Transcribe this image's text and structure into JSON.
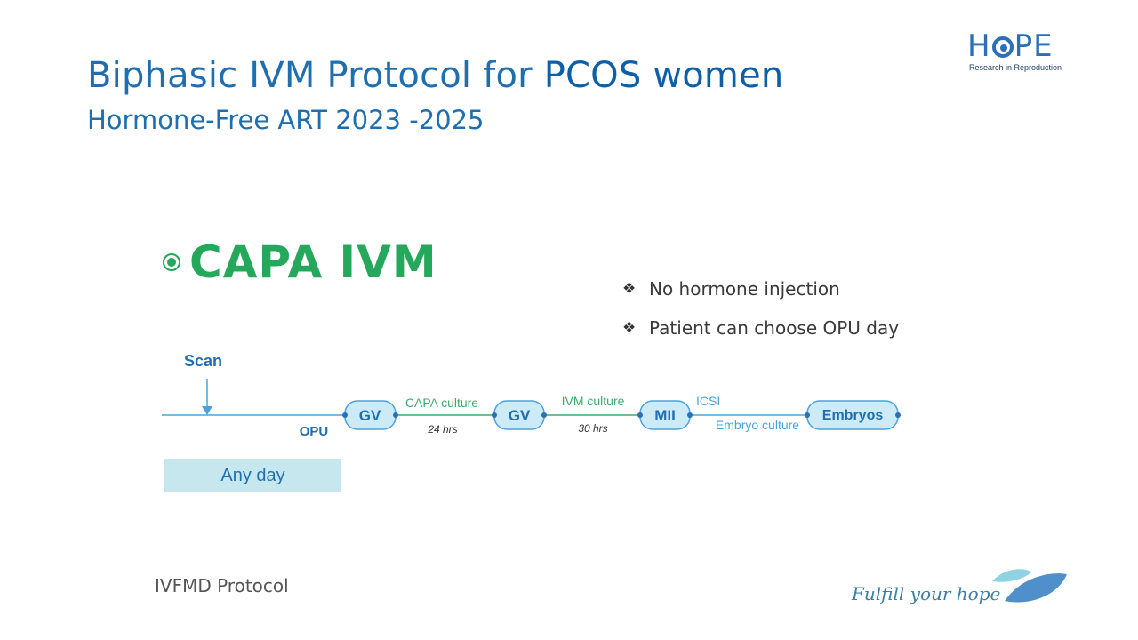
{
  "header": {
    "title_part1": "Biphasic IVM Protocol for ",
    "title_part2": "PCOS women",
    "subtitle": "Hormone-Free  ART 2023 -2025"
  },
  "logo": {
    "word_h": "H",
    "word_rest": "PE",
    "tagline": "Research in Reproduction"
  },
  "section": {
    "heading": "CAPA IVM",
    "bullet_icon": "radio-bullet-icon"
  },
  "notes": [
    "No hormone injection",
    "Patient can choose OPU day"
  ],
  "timeline": {
    "scan_label": "Scan",
    "opu_label": "OPU",
    "nodes": [
      "GV",
      "GV",
      "MII",
      "Embryos"
    ],
    "segments": [
      {
        "top": "CAPA culture",
        "bottom": "24 hrs"
      },
      {
        "top": "IVM culture",
        "bottom": "30 hrs"
      },
      {
        "top": "ICSI",
        "bottom": "Embryo culture"
      }
    ],
    "any_day": "Any day"
  },
  "footer": {
    "protocol": "IVFMD Protocol",
    "tagline": "Fulfill your hope"
  },
  "colors": {
    "title_blue": "#1f6fb0",
    "heading_green": "#25a85c",
    "node_fill": "#cdebf7",
    "node_stroke": "#4aa3d8",
    "culture_green": "#3dab6a",
    "band": "#c7e7ef"
  }
}
